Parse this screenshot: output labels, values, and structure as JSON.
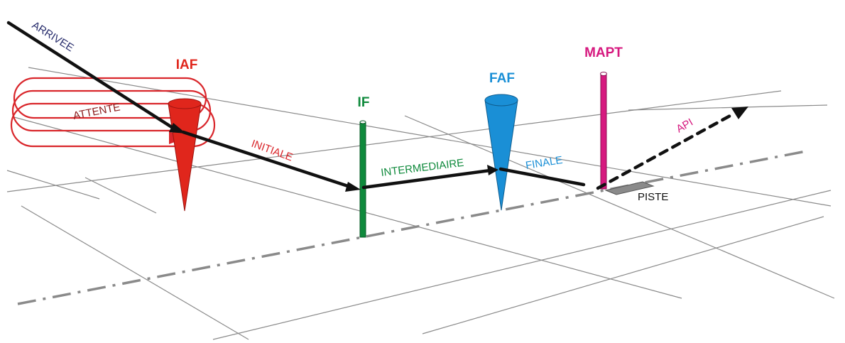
{
  "fixes": {
    "iaf": {
      "label": "IAF",
      "color": "#e0261c"
    },
    "if": {
      "label": "IF",
      "color": "#0f8a3c"
    },
    "faf": {
      "label": "FAF",
      "color": "#1a8fd6"
    },
    "mapt": {
      "label": "MAPT",
      "color": "#d6197f"
    }
  },
  "segments": {
    "arrivee": "ARRIVEE",
    "attente": "ATTENTE",
    "initiale": "INITIALE",
    "intermediaire": "INTERMEDIAIRE",
    "finale": "FINALE",
    "api": "API",
    "piste": "PISTE"
  },
  "colors": {
    "path": "#111111",
    "grid": "#8a8a8a",
    "centerline": "#8a8a8a",
    "arrivee_text": "#2a2f6e",
    "attente_text": "#8b1a1a",
    "holding": "#d9262b"
  }
}
